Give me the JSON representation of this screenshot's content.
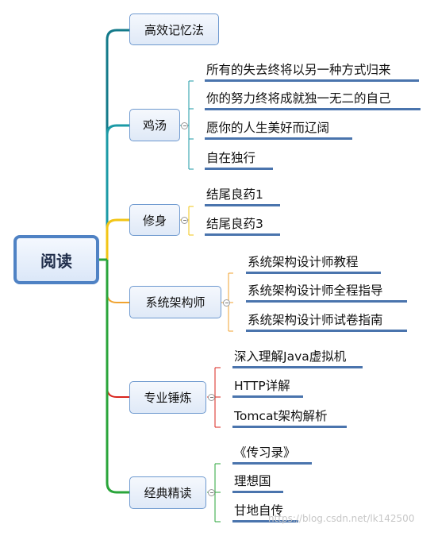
{
  "root": {
    "label": "阅读"
  },
  "branches": [
    {
      "label": "高效记忆法",
      "leaves": []
    },
    {
      "label": "鸡汤",
      "leaves": [
        "所有的失去终将以另一种方式归来",
        "你的努力终将成就独一无二的自己",
        "愿你的人生美好而辽阔",
        "自在独行"
      ]
    },
    {
      "label": "修身",
      "leaves": [
        "结尾良药1",
        "结尾良药3"
      ]
    },
    {
      "label": "系统架构师",
      "leaves": [
        "系统架构设计师教程",
        "系统架构设计师全程指导",
        "系统架构设计师试卷指南"
      ]
    },
    {
      "label": "专业锤炼",
      "leaves": [
        "深入理解Java虚拟机",
        "HTTP详解",
        "Tomcat架构解析"
      ]
    },
    {
      "label": "经典精读",
      "leaves": [
        "《传习录》",
        "理想国",
        "甘地自传"
      ]
    }
  ],
  "colors": {
    "branch_lines": [
      "#137a8a",
      "#1b9aa6",
      "#f2c515",
      "#f0a330",
      "#d9251e",
      "#2aa53a"
    ],
    "root_border": "#4f82c4",
    "leaf_underline": "#4a74ad"
  },
  "watermark": "https://blog.csdn.net/lk142500"
}
